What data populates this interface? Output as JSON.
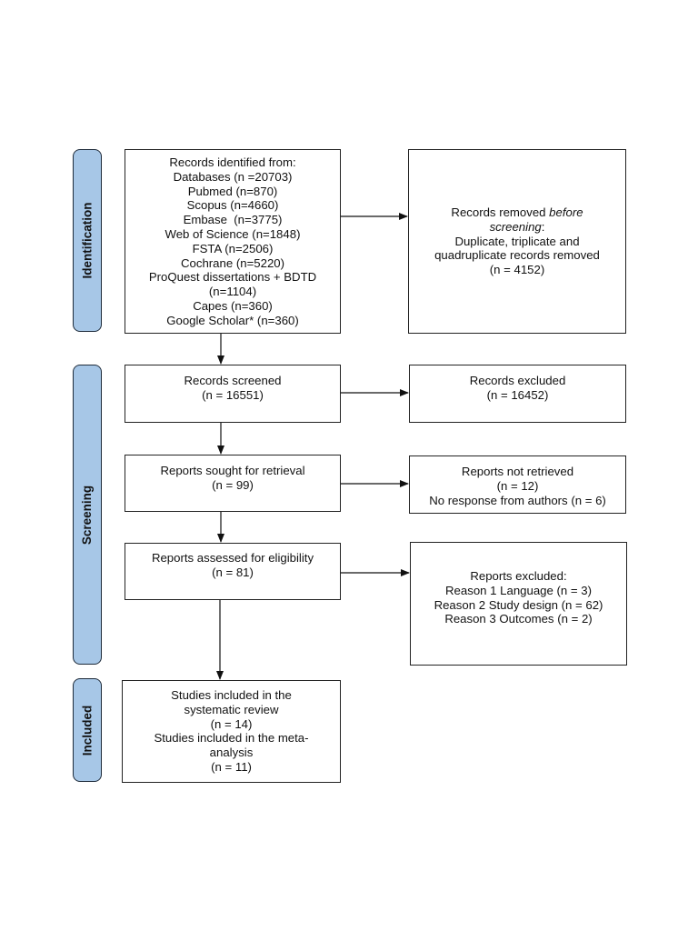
{
  "phases": {
    "identification": "Identification",
    "screening": "Screening",
    "included": "Included"
  },
  "boxes": {
    "identified": {
      "lines": [
        "Records identified from:",
        "Databases (n =20703)",
        "Pubmed (n=870)",
        "Scopus (n=4660)",
        "Embase  (n=3775)",
        "Web of Science (n=1848)",
        "FSTA (n=2506)",
        "Cochrane (n=5220)",
        "ProQuest dissertations + BDTD",
        "(n=1104)",
        "Capes (n=360)",
        "Google Scholar* (n=360)"
      ]
    },
    "removed": {
      "line1": "Records removed ",
      "line1_italic": "before",
      "line2_italic": "screening",
      "line2_tail": ":",
      "line3": "Duplicate, triplicate and",
      "line4": "quadruplicate records removed",
      "line5": "(n = 4152)"
    },
    "screened": {
      "lines": [
        "Records screened",
        "(n = 16551)"
      ]
    },
    "excluded": {
      "lines": [
        "Records excluded",
        "(n = 16452)"
      ]
    },
    "sought": {
      "lines": [
        "Reports sought for retrieval",
        "(n = 99)"
      ]
    },
    "not_retrieved": {
      "lines": [
        "Reports not retrieved",
        "(n = 12)",
        "No response from authors (n = 6)"
      ]
    },
    "assessed": {
      "lines": [
        "Reports assessed for eligibility",
        "(n = 81)"
      ]
    },
    "reports_excluded": {
      "lines": [
        "Reports excluded:",
        "Reason 1 Language (n = 3)",
        "Reason 2 Study design (n = 62)",
        "Reason 3 Outcomes (n = 2)"
      ]
    },
    "included": {
      "lines": [
        "Studies included in the",
        "systematic review",
        "(n = 14)",
        "Studies included in the meta-",
        "analysis",
        "(n = 11)"
      ]
    }
  }
}
